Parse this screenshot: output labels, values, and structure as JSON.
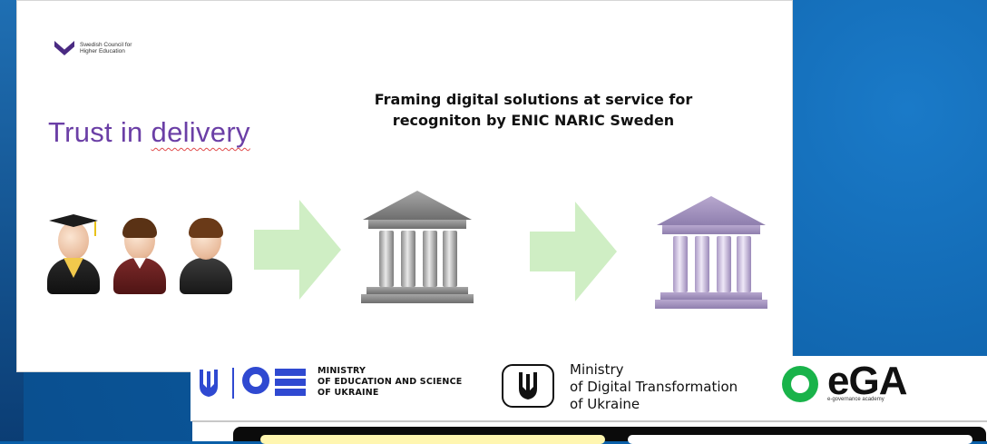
{
  "slide": {
    "org_logo": "Swedish Council for Higher Education",
    "headline_prefix": "Trust in ",
    "headline_emphasis": "delivery",
    "framing_title_line1": "Framing digital solutions at service for",
    "framing_title_line2": "recogniton by ENIC NARIC Sweden"
  },
  "footer": {
    "mes_line1": "MINISTRY",
    "mes_line2": "OF EDUCATION AND SCIENCE",
    "mes_line3": "OF UKRAINE",
    "mdt_line1": "Ministry",
    "mdt_line2": "of Digital Transformation",
    "mdt_line3": "of Ukraine",
    "ega_logo": "eGA",
    "ega_sub": "e-governance academy"
  },
  "colors": {
    "headline": "#6b3fa6",
    "arrows": "#cfeec4",
    "mes_blue": "#2f49d1",
    "ega_green": "#19b34a",
    "background_blue": "#0a5fa8"
  },
  "icons": [
    "graduate-icon",
    "student-icon",
    "person-icon",
    "arrow-right-icon",
    "institution-grey-icon",
    "institution-purple-icon",
    "ukraine-trident-icon",
    "mes-logo-icon",
    "ega-logo-icon"
  ]
}
